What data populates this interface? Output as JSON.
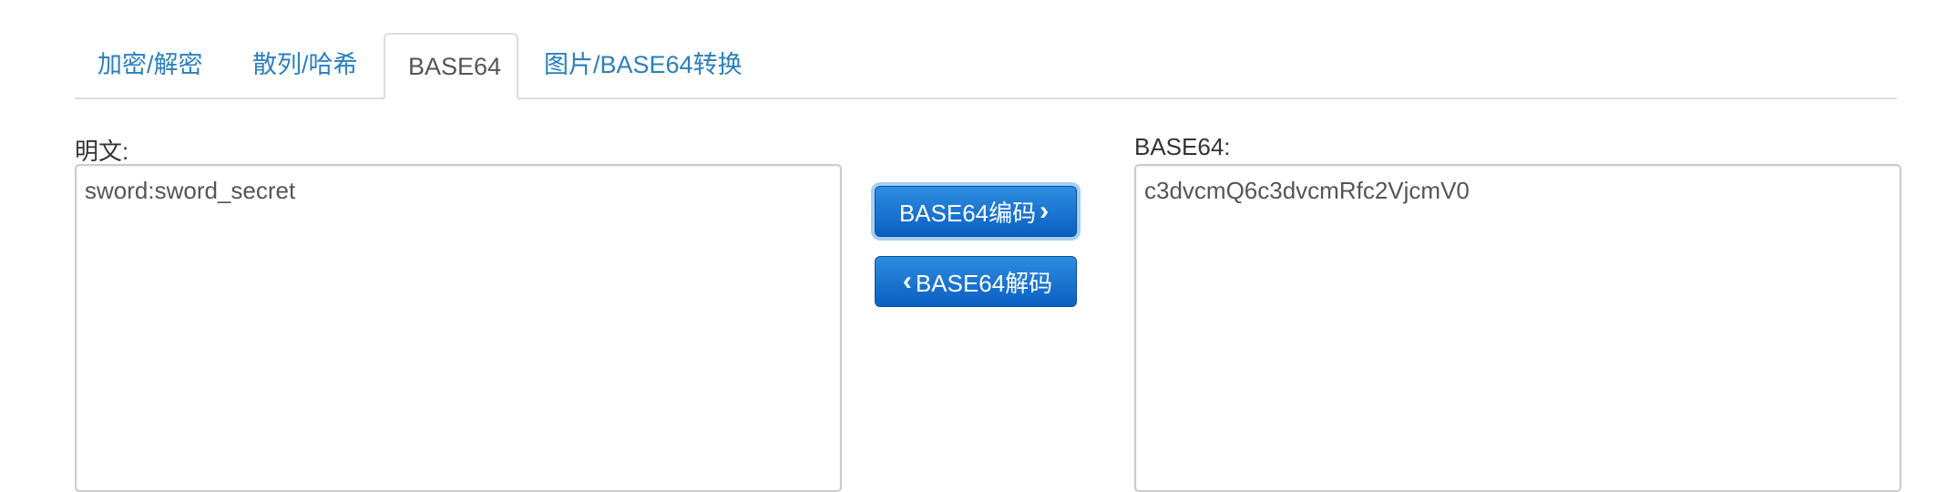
{
  "tabs": [
    {
      "label": "加密/解密",
      "active": false
    },
    {
      "label": "散列/哈希",
      "active": false
    },
    {
      "label": "BASE64",
      "active": true
    },
    {
      "label": "图片/BASE64转换",
      "active": false
    }
  ],
  "plaintext": {
    "label": "明文:",
    "value": "sword:sword_secret"
  },
  "base64": {
    "label": "BASE64:",
    "value": "c3dvcmQ6c3dvcmRfc2VjcmV0"
  },
  "buttons": {
    "encode_label": "BASE64编码",
    "decode_label": "BASE64解码",
    "encode_icon": "chevron-right-icon",
    "decode_icon": "chevron-left-icon"
  },
  "colors": {
    "link": "#2a7fc0",
    "button": "#0b5fc2",
    "active_tab_text": "#555555"
  }
}
